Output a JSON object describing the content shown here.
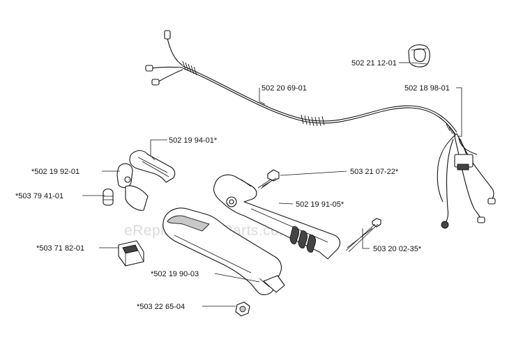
{
  "watermark": "eReplacementParts.com",
  "parts": {
    "p_502_21_12_01": "502 21 12-01",
    "p_502_20_69_01": "502 20 69-01",
    "p_502_18_98_01": "502 18 98-01",
    "p_502_19_94_01": "502 19 94-01*",
    "p_502_19_92_01": "*502 19 92-01",
    "p_503_21_07_22": "503 21 07-22*",
    "p_503_79_41_01": "*503 79 41-01",
    "p_502_19_91_05": "502 19 91-05*",
    "p_503_20_02_35": "503 20 02-35*",
    "p_503_71_82_01": "*503 71 82-01",
    "p_502_19_90_03": "*502 19 90-03",
    "p_503_22_65_04": "*503 22 65-04"
  }
}
